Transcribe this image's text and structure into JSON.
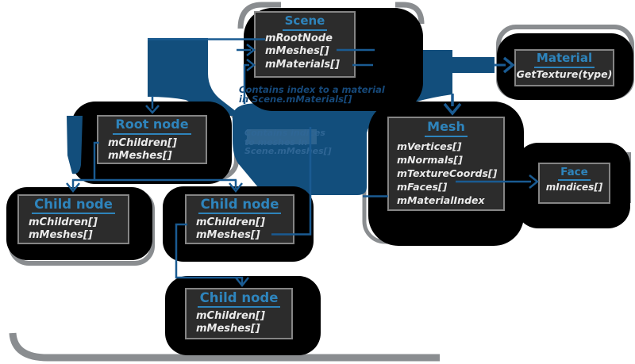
{
  "diagram": {
    "nodes": {
      "scene": {
        "title": "Scene",
        "fields": [
          "mRootNode",
          "mMeshes[]",
          "mMaterials[]"
        ]
      },
      "material": {
        "title": "Material",
        "fields": [
          "GetTexture(type)"
        ]
      },
      "mesh": {
        "title": "Mesh",
        "fields": [
          "mVertices[]",
          "mNormals[]",
          "mTextureCoords[]",
          "mFaces[]",
          "mMaterialIndex"
        ]
      },
      "face": {
        "title": "Face",
        "fields": [
          "mIndices[]"
        ]
      },
      "root_node": {
        "title": "Root node",
        "fields": [
          "mChildren[]",
          "mMeshes[]"
        ]
      },
      "child_node_1": {
        "title": "Child node",
        "fields": [
          "mChildren[]",
          "mMeshes[]"
        ]
      },
      "child_node_2": {
        "title": "Child node",
        "fields": [
          "mChildren[]",
          "mMeshes[]"
        ]
      },
      "child_node_3": {
        "title": "Child node",
        "fields": [
          "mChildren[]",
          "mMeshes[]"
        ]
      }
    },
    "annotations": {
      "material_note": [
        "Contains index to a material",
        "in Scene.mMaterials[]"
      ],
      "mesh_note": [
        "Contains indices",
        "to meshes in",
        "Scene.mMeshes[]"
      ]
    },
    "colors": {
      "accent_blue": "#2e84bc",
      "arrow_blue": "#1a5b92",
      "block_blue": "#124e7c",
      "blob_black": "#000000",
      "box_bg": "#2c2c2c",
      "box_border": "#858585",
      "field_text": "#eaeaea",
      "note_dark_blue": "#16497a",
      "note_light_blue": "#2f6695",
      "artifact_gray": "#8a8d90"
    }
  }
}
